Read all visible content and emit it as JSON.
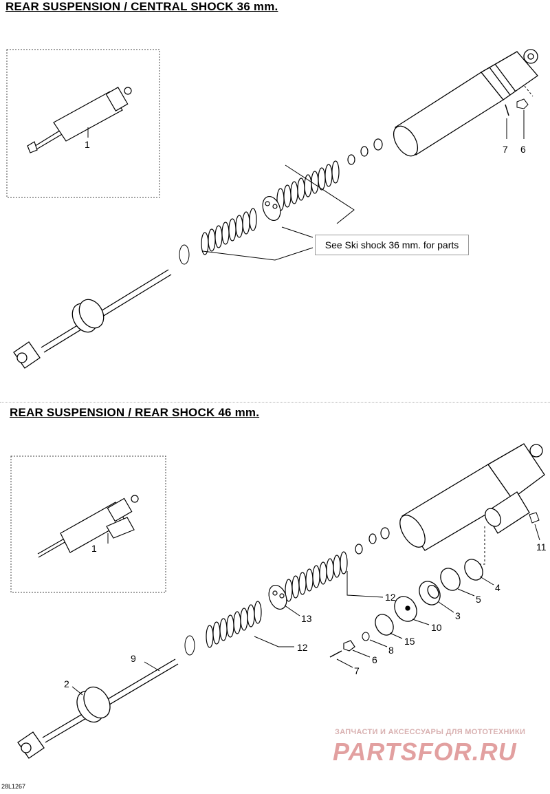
{
  "sections": [
    {
      "title": "REAR SUSPENSION / CENTRAL SHOCK 36 mm.",
      "note": "See Ski shock 36 mm. for parts",
      "callouts": [
        "1",
        "7",
        "6"
      ]
    },
    {
      "title": "REAR SUSPENSION / REAR SHOCK 46 mm.",
      "callouts": [
        "1",
        "9",
        "2",
        "13",
        "12",
        "12",
        "11",
        "4",
        "5",
        "3",
        "10",
        "15",
        "8",
        "6",
        "7"
      ]
    }
  ],
  "footer": {
    "code": "28L1267"
  },
  "watermark": {
    "line1": "ЗАПЧАСТИ И АКСЕССУАРЫ ДЛЯ МОТОТЕХНИКИ",
    "brand": "PARTSFOR.RU"
  },
  "colors": {
    "ink": "#000000",
    "watermark": "#e2a0a0",
    "frame": "#999999"
  }
}
